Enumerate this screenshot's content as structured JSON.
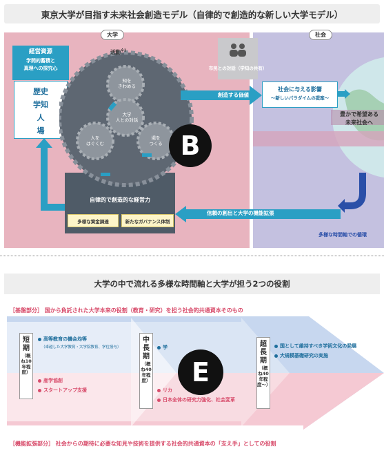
{
  "title": "東京大学が目指す未来社会創造モデル（自律的で創造的な新しい大学モデル）",
  "univ": {
    "tag": "大学",
    "resources_heading": "経営資源",
    "resources_line1": "学問的蓄積と",
    "resources_line2": "真理への探究心",
    "history": [
      "歴史",
      "学知",
      "人",
      "場"
    ],
    "activity_label": "活動",
    "activity_note": "※1",
    "gears": [
      {
        "line1": "知を",
        "line2": "きわめる"
      },
      {
        "line1": "大学",
        "line2": "人との対話"
      },
      {
        "line1": "人を",
        "line2": "はぐくむ"
      },
      {
        "line1": "場を",
        "line2": "つくる"
      }
    ],
    "management_title": "自律的で創造的な経営力",
    "btn_funding": "多様な資金調達",
    "btn_governance": "新たなガバナンス体制"
  },
  "society": {
    "tag": "社会",
    "impact_title": "社会に与える影響",
    "impact_sub": "〜新しいパラダイムの提案〜",
    "future_line1": "豊かで希望ある",
    "future_line2": "未来社会へ",
    "cycle_label": "多様な時間軸での循環"
  },
  "dialogue_label": "市民との対話（学知の共有）",
  "value_label": "創造する価値",
  "trust_label": "信頼の創出と大学の機能拡張",
  "badge_b": "B",
  "badge_e": "E",
  "section2": {
    "title": "大学の中で流れる多様な時間軸と大学が担う2つの役割",
    "base_line": "［基盤部分］ 国から負託された大学本来の役割（教育・研究）を担う社会的共通資本そのもの",
    "ext_line": "［機能拡張部分］ 社会からの期待に必要な知見や技術を提供する社会的共通資本の「支え手」としての役割",
    "short": {
      "label": "短期",
      "sub": "（概ね10年程度）"
    },
    "mid": {
      "label": "中長期",
      "sub": "（概ね40年程度）"
    },
    "long": {
      "label": "超長期",
      "sub": "（概ね40年程度〜）"
    },
    "short_blue_1": "高等教育の機会均等",
    "short_blue_1_sub": "（卓越した大学教育・大学院教育、学位授与）",
    "short_red_1": "産学協創",
    "short_red_2": "スタートアップ支援",
    "mid_blue_1": "学",
    "mid_red_1": "リカ",
    "mid_red_2": "日本全体の研究力強化、社会変革",
    "long_blue_1": "国として維持すべき学術文化の発展",
    "long_blue_2": "大規模基礎研究の実施"
  },
  "colors": {
    "univ_bg": "#e8b4bf",
    "soc_bg": "#c4c1e0",
    "accent_blue": "#2a9fc4",
    "accent_red": "#d84c6b"
  }
}
